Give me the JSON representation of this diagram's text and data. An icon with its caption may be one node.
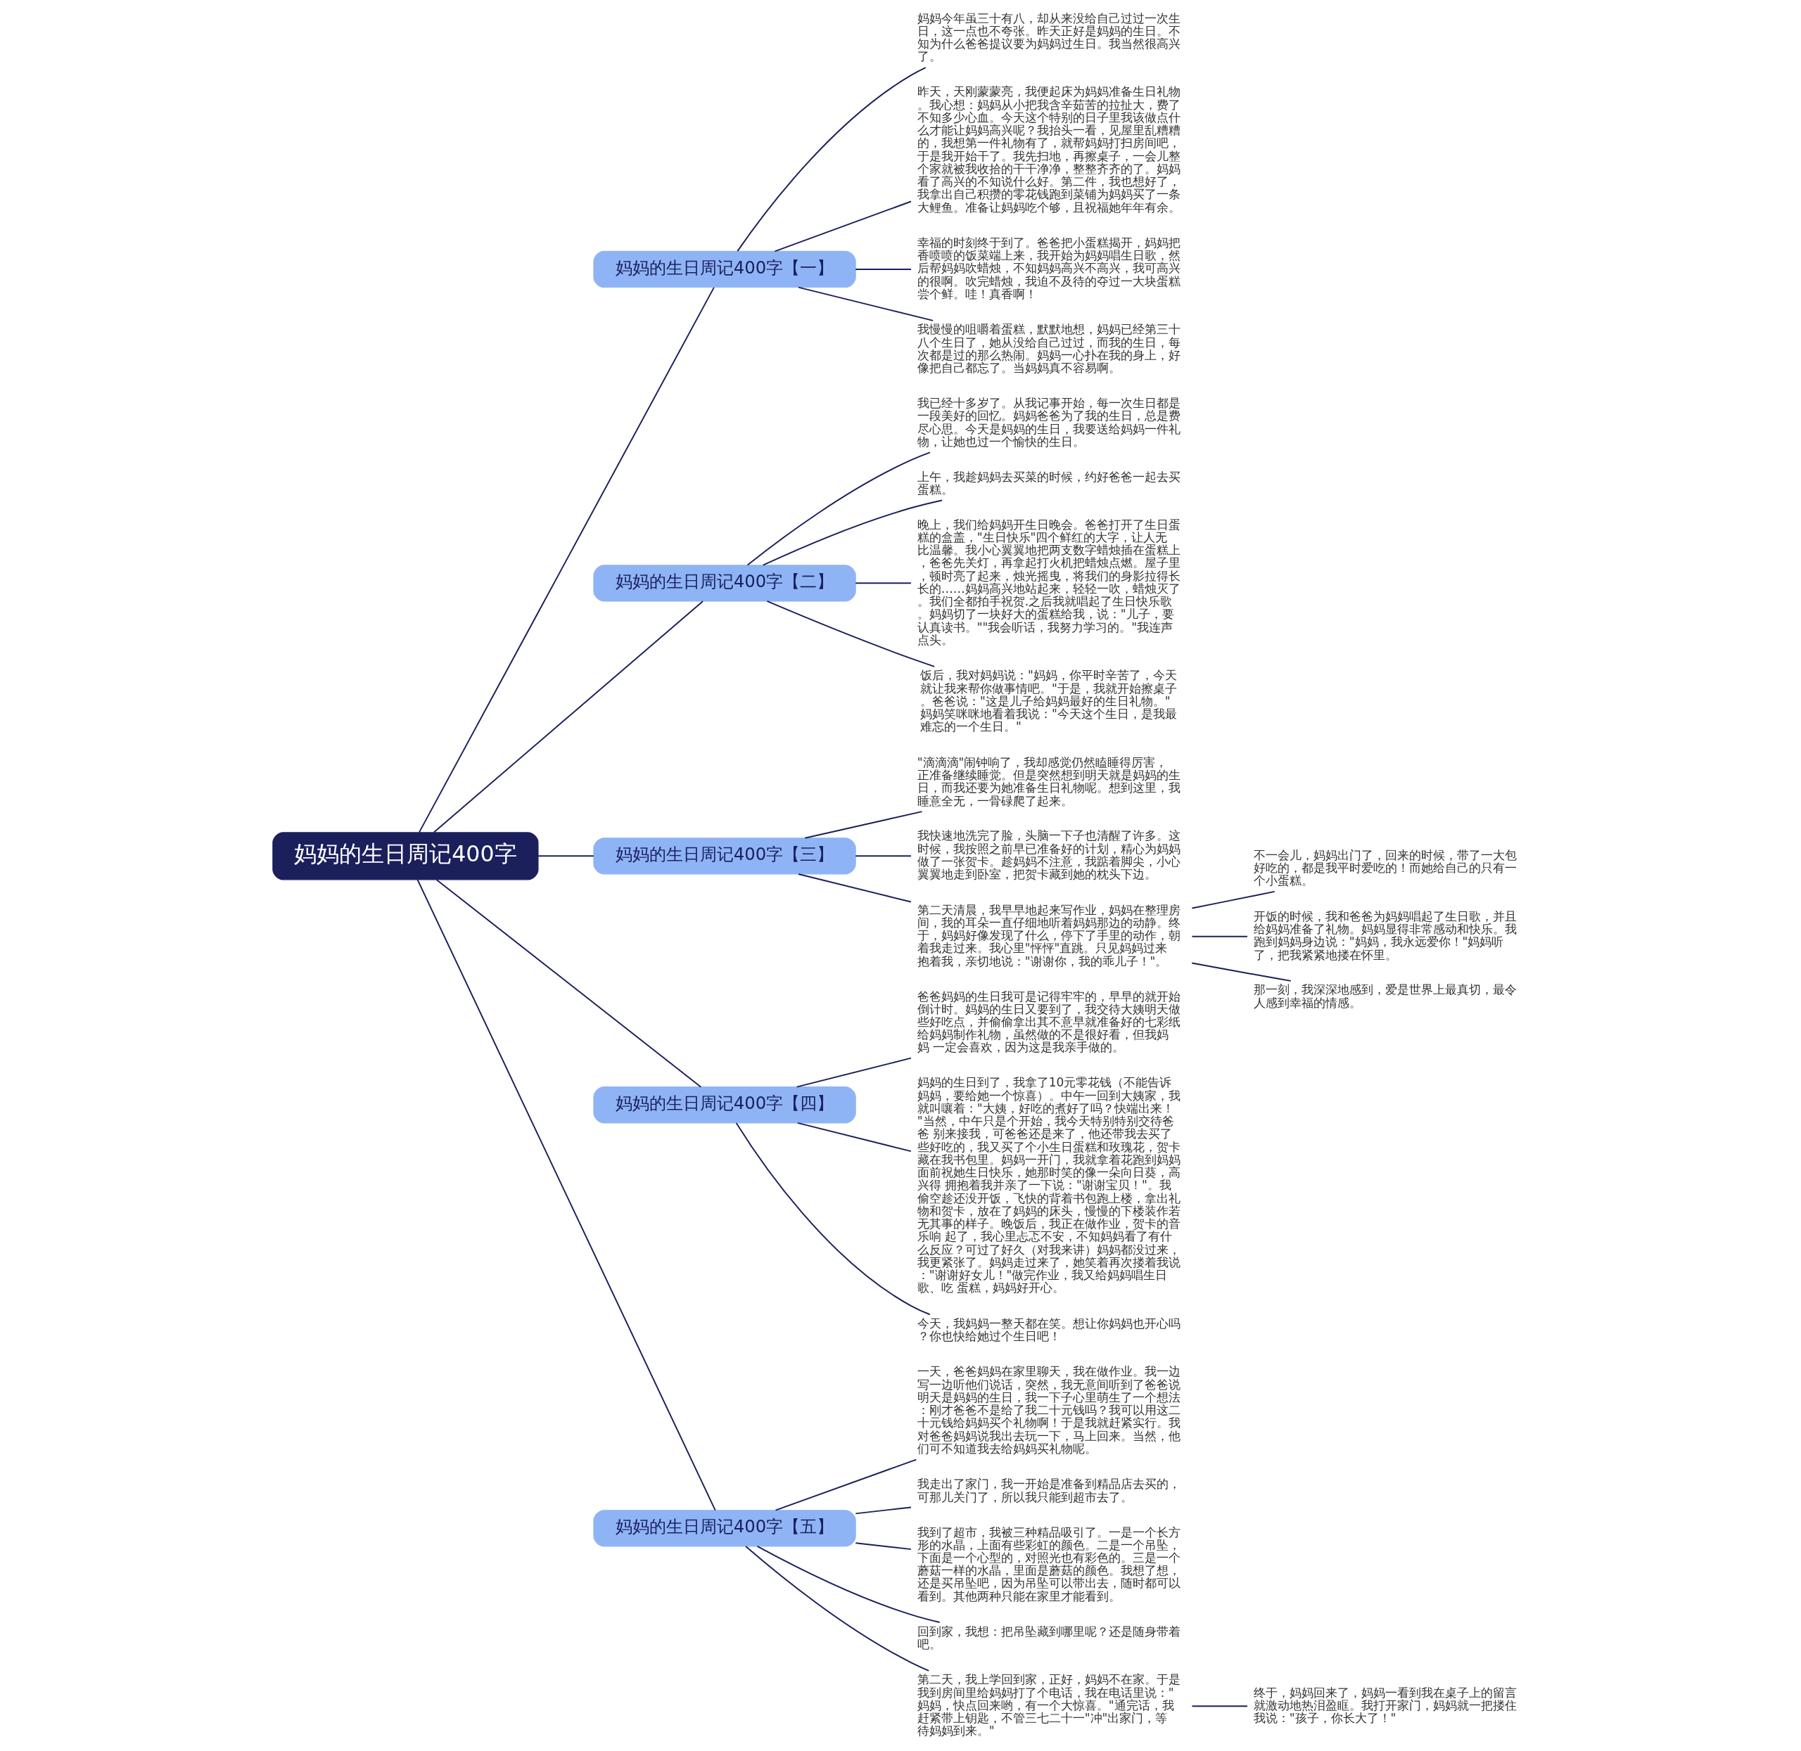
{
  "diagram": {
    "nodes": [
      {
        "text": [
          "妈妈的生日周记400字"
        ]
      },
      {
        "text": [
          "妈妈的生日周记400字【一】"
        ]
      },
      {
        "text": [
          "妈妈今年虽三十有八，却从来没给自己过过一次生日，这一点也不夸张。昨天正好是妈妈的生日。不知为什么爸爸提议要为妈妈过生日。我当然很高兴了。"
        ]
      },
      {
        "text": [
          "昨天，天刚蒙蒙亮，我便起床为妈妈准备生日礼物。我心想：妈妈从小把我含辛茹苦的拉扯大，费了不知多少心血。今天这个特别的日子里我该做点什么才能让妈妈高兴呢？我抬头一看，见屋里乱糟糟的，我想第一件礼物有了，就帮妈妈打扫房间吧，于是我开始干了。我先扫地，再擦桌子，一会儿整个家就被我收拾的干干净净，整整齐齐的了。妈妈看了高兴的不知说什么好。第二件，我也想好了，我拿出自己积攒的零花钱跑到菜铺为妈妈买了一条大鲤鱼。准备让妈妈吃个够，且祝福她年年有余。"
        ]
      },
      {
        "text": [
          "幸福的时刻终于到了。爸爸把小蛋糕揭开，妈妈把香喷喷的饭菜端上来，我开始为妈妈唱生日歌，然后帮妈妈吹蜡烛，不知妈妈高兴不高兴，我可高兴的很啊。吹完蜡烛，我迫不及待的夺过一大块蛋糕尝个鲜。哇！真香啊！"
        ]
      },
      {
        "text": [
          "我慢慢的咀嚼着蛋糕，默默地想，妈妈已经第三十八个生日了，她从没给自己过过，而我的生日，每次都是过的那么热闹。妈妈一心扑在我的身上，好像把自己都忘了。当妈妈真不容易啊。"
        ]
      },
      {
        "text": [
          "妈妈的生日周记400字【二】"
        ]
      },
      {
        "text": [
          "我已经十多岁了。从我记事开始，每一次生日都是一段美好的回忆。妈妈爸爸为了我的生日，总是费尽心思。今天是妈妈的生日，我要送给妈妈一件礼物，让她也过一个愉快的生日。"
        ]
      },
      {
        "text": [
          "上午，我趁妈妈去买菜的时候，约好爸爸一起去买蛋糕。"
        ]
      },
      {
        "text": [
          "晚上，我们给妈妈开生日晚会。爸爸打开了生日蛋糕的盒盖，\"生日快乐\"四个鲜红的大字，让人无比温馨。我小心翼翼地把两支数字蜡烛插在蛋糕上，爸爸先关灯，再拿起打火机把蜡烛点燃。屋子里，顿时亮了起来，烛光摇曳，将我们的身影拉得长长的……妈妈高兴地站起来，轻轻一吹，蜡烛灭了。我们全都拍手祝贺.之后我就唱起了生日快乐歌。妈妈切了一块好大的蛋糕给我，说：\"儿子，要认真读书。\"\"我会听话，我努力学习的。\"我连声点头。"
        ]
      },
      {
        "text": [
          "饭后，我对妈妈说：\"妈妈，你平时辛苦了，今天就让我来帮你做事情吧。\"于是，我就开始擦桌子。爸爸说：\"这是儿子给妈妈最好的生日礼物。\"妈妈笑咪咪地看着我说：\"今天这个生日，是我最难忘的一个生日。\""
        ]
      },
      {
        "text": [
          "妈妈的生日周记400字【三】"
        ]
      },
      {
        "text": [
          "\"滴滴滴\"闹钟响了，我却感觉仍然瞌睡得厉害，正准备继续睡觉。但是突然想到明天就是妈妈的生日，而我还要为她准备生日礼物呢。想到这里，我睡意全无，一骨碌爬了起来。"
        ]
      },
      {
        "text": [
          "我快速地洗完了脸，头脑一下子也清醒了许多。这时候，我按照之前早已准备好的计划，精心为妈妈做了一张贺卡。趁妈妈不注意，我踮着脚尖，小心翼翼地走到卧室，把贺卡藏到她的枕头下边。"
        ]
      },
      {
        "text": [
          "第二天清晨，我早早地起来写作业，妈妈在整理房间，我的耳朵一直仔细地听着妈妈那边的动静。终于，妈妈好像发现了什么，停下了手里的动作，朝着我走过来。我心里\"怦怦\"直跳。只见妈妈过来抱着我，亲切地说：\"谢谢你，我的乖儿子！\"。"
        ]
      },
      {
        "text": [
          "不一会儿，妈妈出门了，回来的时候，带了一大包好吃的，都是我平时爱吃的！而她给自己的只有一个小蛋糕。"
        ]
      },
      {
        "text": [
          "开饭的时候，我和爸爸为妈妈唱起了生日歌，并且给妈妈准备了礼物。妈妈显得非常感动和快乐。我跑到妈妈身边说：\"妈妈，我永远爱你！\"妈妈听了，把我紧紧地搂在怀里。"
        ]
      },
      {
        "text": [
          "那一刻，我深深地感到，爱是世界上最真切，最令人感到幸福的情感。"
        ]
      },
      {
        "text": [
          "妈妈的生日周记400字【四】"
        ]
      },
      {
        "text": [
          "爸爸妈妈的生日我可是记得牢牢的，早早的就开始倒计时。妈妈的生日又要到了，我交待大姨明天做些好吃点，并偷偷拿出其不意早就准备好的七彩纸给妈妈制作礼物，虽然做的不是很好看，但我妈妈 一定会喜欢，因为这是我亲手做的。"
        ]
      },
      {
        "text": [
          "妈妈的生日到了，我拿了10元零花钱（不能告诉妈妈，要给她一个惊喜）。中午一回到大姨家，我就叫嚷着：\"大姨，好吃的煮好了吗？快端出来！\"当然，中午只是个开始，我今天特别特别交待爸爸 别来接我，可爸爸还是来了，他还带我去买了些好吃的，我又买了个小生日蛋糕和玫瑰花，贺卡藏在我书包里。妈妈一开门，我就拿着花跑到妈妈面前祝她生日快乐，她那时笑的像一朵向日葵，高兴得 拥抱着我并亲了一下说：\"谢谢宝贝！\"。我偷空趁还没开饭，飞快的背着书包跑上楼，拿出礼物和贺卡，放在了妈妈的床头，慢慢的下楼装作若无其事的样子。晚饭后，我正在做作业，贺卡的音乐响 起了，我心里忐忑不安，不知妈妈看了有什么反应？可过了好久（对我来讲）妈妈都没过来，我更紧张了。妈妈走过来了，她笑着再次搂着我说：\"谢谢好女儿！\"做完作业，我又给妈妈唱生日歌、吃 蛋糕，妈妈好开心。"
        ]
      },
      {
        "text": [
          "今天，我妈妈一整天都在笑。想让你妈妈也开心吗？你也快给她过个生日吧！"
        ]
      },
      {
        "text": [
          "妈妈的生日周记400字【五】"
        ]
      },
      {
        "text": [
          "一天，爸爸妈妈在家里聊天，我在做作业。我一边写一边听他们说话，突然，我无意间听到了爸爸说明天是妈妈的生日，我一下子心里萌生了一个想法：刚才爸爸不是给了我二十元钱吗？我可以用这二十元钱给妈妈买个礼物啊！于是我就赶紧实行。我对爸爸妈妈说我出去玩一下，马上回来。当然，他们可不知道我去给妈妈买礼物呢。"
        ]
      },
      {
        "text": [
          "我走出了家门，我一开始是准备到精品店去买的，可那儿关门了，所以我只能到超市去了。"
        ]
      },
      {
        "text": [
          "我到了超市，我被三种精品吸引了。一是一个长方形的水晶，上面有些彩虹的颜色。二是一个吊坠，下面是一个心型的，对照光也有彩色的。三是一个蘑菇一样的水晶，里面是蘑菇的颜色。我想了想，还是买吊坠吧，因为吊坠可以带出去，随时都可以看到。其他两种只能在家里才能看到。"
        ]
      },
      {
        "text": [
          "回到家，我想：把吊坠藏到哪里呢？还是随身带着吧。"
        ]
      },
      {
        "text": [
          "第二天，我上学回到家，正好，妈妈不在家。于是我到房间里给妈妈打了个电话，我在电话里说：\"妈妈，快点回来哟，有一个大惊喜。\"通完话，我赶紧带上钥匙，不管三七二十一\"冲\"出家门，等待妈妈到来。\""
        ]
      },
      {
        "text": [
          "终于，妈妈回来了，妈妈一看到我在桌子上的留言就激动地热泪盈眶。我打开家门，妈妈就一把搂住我说：\"孩子，你长大了！\""
        ]
      }
    ],
    "edges": [
      {
        "from": 0,
        "to": 1,
        "arrow": "none"
      },
      {
        "from": 1,
        "to": 2,
        "arrow": "none"
      },
      {
        "from": 1,
        "to": 3,
        "arrow": "none"
      },
      {
        "from": 1,
        "to": 4,
        "arrow": "none"
      },
      {
        "from": 1,
        "to": 5,
        "arrow": "none"
      },
      {
        "from": 0,
        "to": 6,
        "arrow": "none"
      },
      {
        "from": 6,
        "to": 7,
        "arrow": "none"
      },
      {
        "from": 6,
        "to": 8,
        "arrow": "none"
      },
      {
        "from": 6,
        "to": 9,
        "arrow": "none"
      },
      {
        "from": 6,
        "to": 10,
        "arrow": "none"
      },
      {
        "from": 0,
        "to": 11,
        "arrow": "none"
      },
      {
        "from": 11,
        "to": 12,
        "arrow": "none"
      },
      {
        "from": 11,
        "to": 13,
        "arrow": "none"
      },
      {
        "from": 11,
        "to": 14,
        "arrow": "none"
      },
      {
        "from": 14,
        "to": 15,
        "arrow": "none"
      },
      {
        "from": 14,
        "to": 16,
        "arrow": "none"
      },
      {
        "from": 14,
        "to": 17,
        "arrow": "none"
      },
      {
        "from": 0,
        "to": 18,
        "arrow": "none"
      },
      {
        "from": 18,
        "to": 19,
        "arrow": "none"
      },
      {
        "from": 18,
        "to": 20,
        "arrow": "none"
      },
      {
        "from": 18,
        "to": 21,
        "arrow": "none"
      },
      {
        "from": 0,
        "to": 22,
        "arrow": "none"
      },
      {
        "from": 22,
        "to": 23,
        "arrow": "none"
      },
      {
        "from": 22,
        "to": 24,
        "arrow": "none"
      },
      {
        "from": 22,
        "to": 25,
        "arrow": "none"
      },
      {
        "from": 22,
        "to": 26,
        "arrow": "none"
      },
      {
        "from": 22,
        "to": 27,
        "arrow": "none"
      },
      {
        "from": 27,
        "to": 28,
        "arrow": "none"
      }
    ]
  }
}
